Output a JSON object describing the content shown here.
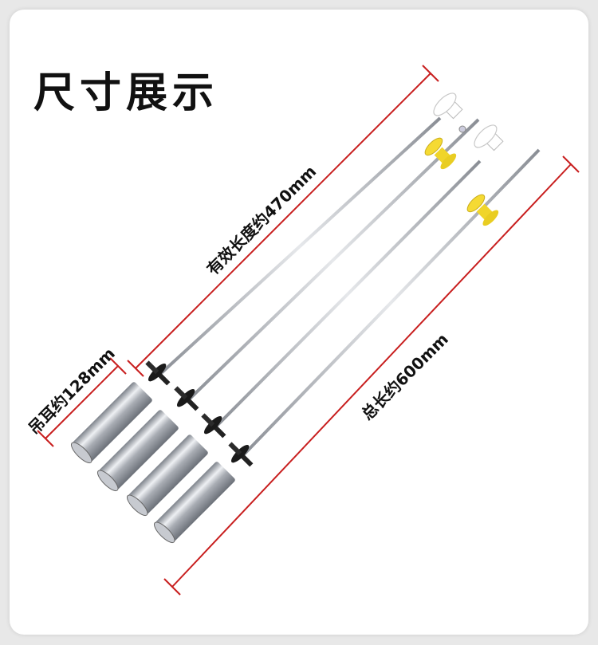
{
  "page": {
    "title": "尺寸展示"
  },
  "dimensions": {
    "effective_length": "有效长度约470mm",
    "hanger_length": "吊耳约128mm",
    "total_length": "总长约600mm"
  },
  "colors": {
    "dimension_line": "#c81e1e",
    "cap_white": "#ffffff",
    "cap_yellow": "#f0d52a",
    "washer_black": "#1a1a1a",
    "cylinder_silver": "#b8bcc4"
  },
  "rods": [
    {
      "name": "rod-1",
      "cap": "white"
    },
    {
      "name": "rod-2",
      "cap": "yellow"
    },
    {
      "name": "rod-3",
      "cap": "white"
    },
    {
      "name": "rod-4",
      "cap": "yellow"
    }
  ]
}
